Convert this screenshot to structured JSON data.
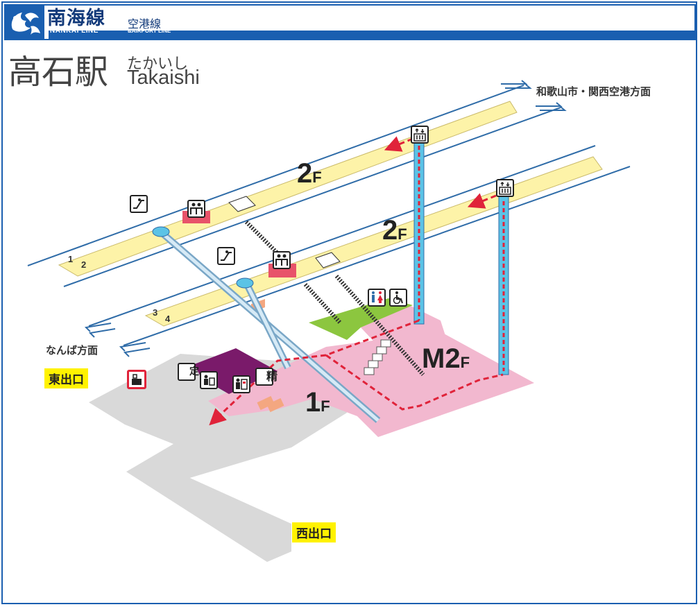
{
  "brand": {
    "line_name_ja": "南海線",
    "line_sub_ja": "空港線",
    "line_name_en": "NANKAI LINE",
    "line_sub_en": "&AIRPORT LINE",
    "brand_color": "#1a5fb0"
  },
  "station": {
    "name_ja": "高石駅",
    "name_kana": "たかいし",
    "name_en": "Takaishi"
  },
  "directions": {
    "upbound": "和歌山市・関西空港方面",
    "downbound": "なんば方面"
  },
  "floors": {
    "platform_back": "2",
    "platform_front": "2",
    "concourse": "1",
    "mezzanine": "M2",
    "suffix": "F"
  },
  "tracks": {
    "back_a": "1",
    "back_b": "2",
    "front_a": "3",
    "front_b": "4"
  },
  "exits": {
    "east": "東出口",
    "west": "西出口"
  },
  "facility_icons": {
    "escalator": "escalator-icon",
    "waiting_room": "waiting-room-icon",
    "elevator": "elevator-icon",
    "restroom": "restroom-icon",
    "accessible": "accessible-icon",
    "coin_locker": "coin-locker-icon",
    "commuter_pass": "定",
    "fare_adjustment": "精",
    "ticket_office": "ticket-office-icon",
    "ticket_machine": "ticket-machine-icon"
  },
  "colors": {
    "platform": "#fdf3a8",
    "concourse": "#f2b8cf",
    "plaza": "#d9d9d9",
    "shop": "#7a1a6a",
    "restroom_area": "#8cc63f",
    "track_line": "#2f6ca8",
    "route": "#e0233a",
    "elevator_shaft": "#5bc3e6",
    "exit_highlight": "#fff200"
  }
}
